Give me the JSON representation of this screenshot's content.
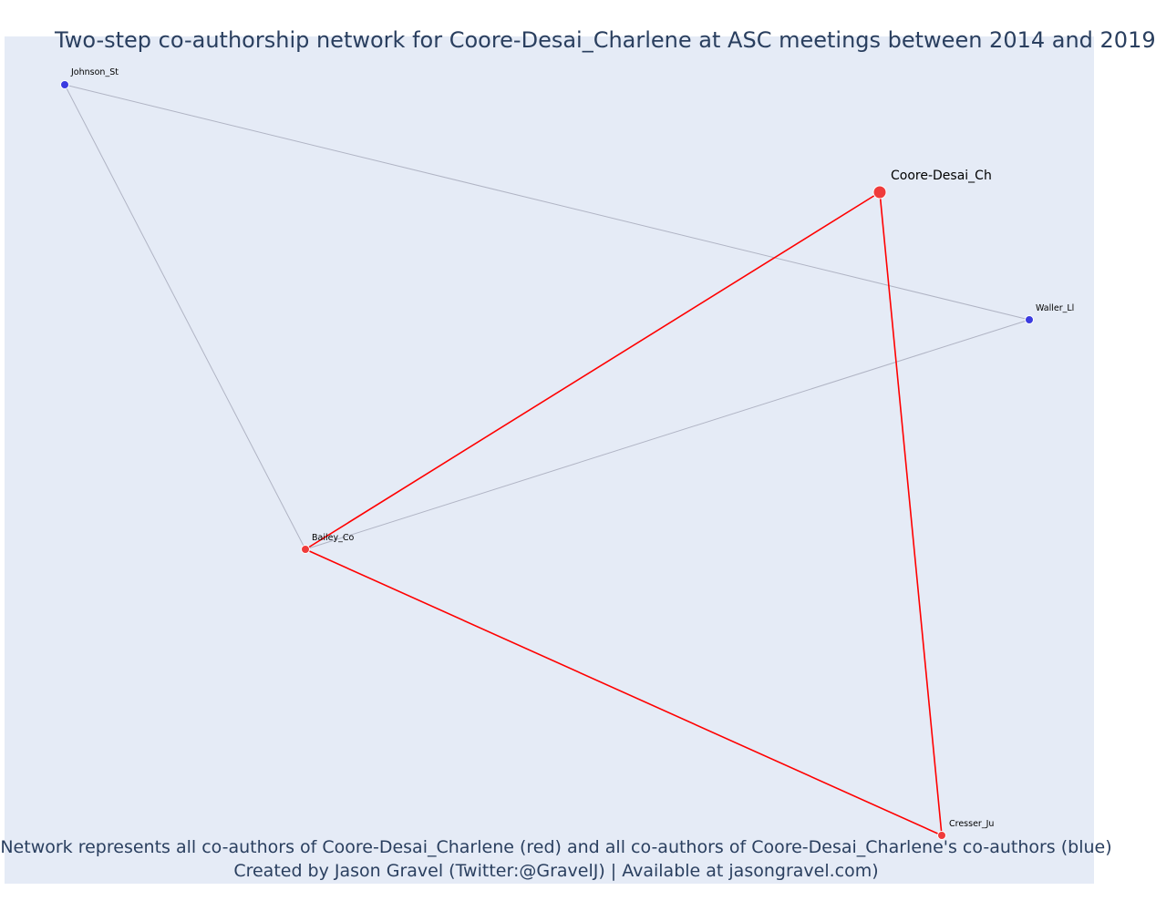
{
  "title": "Two-step co-authorship network for Coore-Desai_Charlene at ASC meetings between 2014 and 2019",
  "footer": {
    "line1": "Network represents all co-authors of Coore-Desai_Charlene (red) and all co-authors of Coore-Desai_Charlene's co-authors (blue)",
    "line2": "Created by Jason Gravel (Twitter:@GravelJ) | Available at jasongravel.com)"
  },
  "colors": {
    "background": "#e5ebf6",
    "focal_edge": "#ff0000",
    "other_edge": "#b0b4c4",
    "red_node": "#ef3b3b",
    "blue_node": "#3b3be0",
    "text": "#2a3f5f"
  },
  "network": {
    "nodes": [
      {
        "id": "Coore-Desai_Ch",
        "label": "Coore-Desai_Ch",
        "group": "focal"
      },
      {
        "id": "Johnson_St",
        "label": "Johnson_St",
        "group": "second-step"
      },
      {
        "id": "Waller_Ll",
        "label": "Waller_Ll",
        "group": "second-step"
      },
      {
        "id": "Bailey_Co",
        "label": "Bailey_Co",
        "group": "co-author"
      },
      {
        "id": "Cresser_Ju",
        "label": "Cresser_Ju",
        "group": "co-author"
      }
    ],
    "edges": [
      {
        "source": "Coore-Desai_Ch",
        "target": "Bailey_Co",
        "kind": "focal"
      },
      {
        "source": "Coore-Desai_Ch",
        "target": "Cresser_Ju",
        "kind": "focal"
      },
      {
        "source": "Bailey_Co",
        "target": "Cresser_Ju",
        "kind": "focal"
      },
      {
        "source": "Johnson_St",
        "target": "Waller_Ll",
        "kind": "other"
      },
      {
        "source": "Johnson_St",
        "target": "Bailey_Co",
        "kind": "other"
      },
      {
        "source": "Bailey_Co",
        "target": "Waller_Ll",
        "kind": "other"
      }
    ]
  }
}
